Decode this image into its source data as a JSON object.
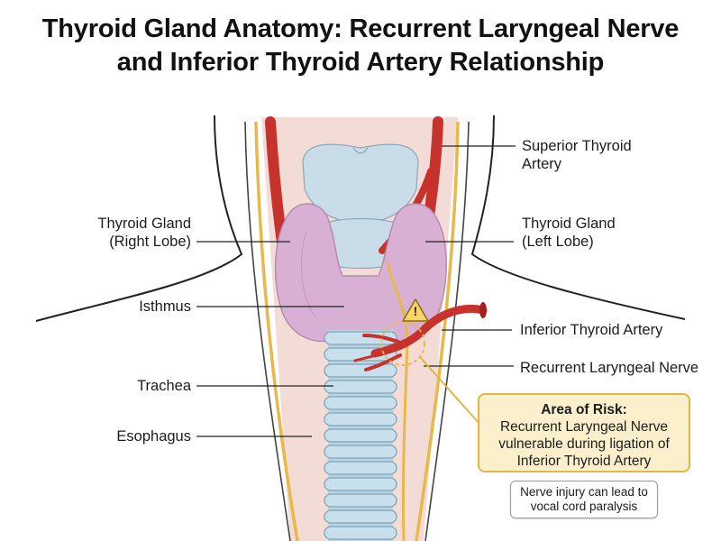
{
  "title": {
    "line1": "Thyroid Gland Anatomy: Recurrent Laryngeal Nerve",
    "line2": "and Inferior Thyroid Artery Relationship"
  },
  "labels": {
    "superior_artery": {
      "line1": "Superior Thyroid",
      "line2": "Artery"
    },
    "right_lobe": {
      "line1": "Thyroid Gland",
      "line2": "(Right Lobe)"
    },
    "left_lobe": {
      "line1": "Thyroid Gland",
      "line2": "(Left Lobe)"
    },
    "isthmus": "Isthmus",
    "inferior_artery": "Inferior Thyroid Artery",
    "nerve": "Recurrent Laryngeal Nerve",
    "trachea": "Trachea",
    "esophagus": "Esophagus"
  },
  "risk_box": {
    "heading": "Area of Risk:",
    "line1": "Recurrent Laryngeal Nerve",
    "line2": "vulnerable during ligation of",
    "line3": "Inferior Thyroid Artery"
  },
  "note": {
    "line1": "Nerve injury can lead to",
    "line2": "vocal cord paralysis"
  },
  "icons": {
    "warning": "!"
  },
  "colors": {
    "thyroid": "#d8b0d3",
    "artery": "#c8322c",
    "nerve": "#e8b84a",
    "trachea": "#b8d4e2",
    "risk_fill": "#fcf0cc",
    "risk_border": "#e2b64a"
  }
}
